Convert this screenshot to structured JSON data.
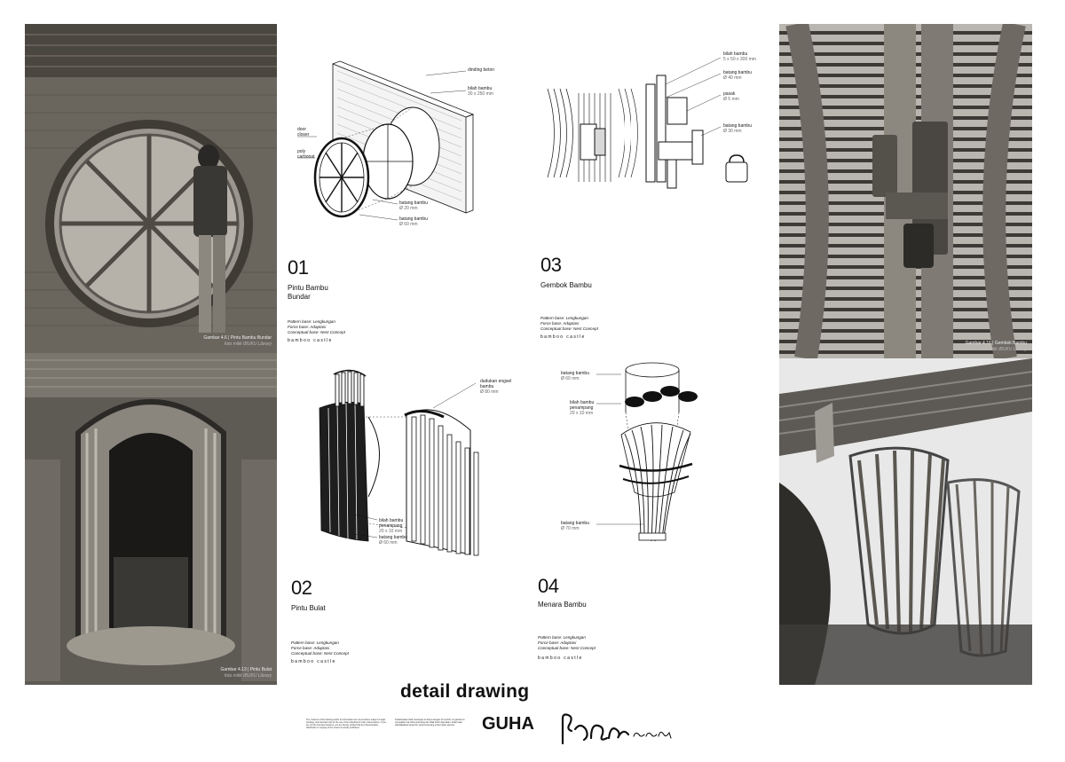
{
  "photos": {
    "photo1": {
      "caption": "Gambar 4.6 | Pintu Bambu Bundar",
      "credit": "foto milik IBUKU Library"
    },
    "photo2": {
      "caption": "Gambar 4.13 | Pintu Bulat",
      "credit": "foto milik IBUKU Library"
    },
    "photo3": {
      "caption": "Gambar 4.16 | Gembok Bambu",
      "credit": "foto milik IBUKU Library"
    },
    "photo4": {
      "caption": "",
      "credit": ""
    }
  },
  "details": [
    {
      "number": "01",
      "title": "Pintu Bambu\nBundar",
      "pattern": "Pattern base: Lengkungan",
      "force": "Force base: Adaptasi",
      "concept": "Conceptual base: Nest Concept",
      "brand": "bamboo castle",
      "callouts": [
        {
          "label": "dinding beton",
          "sub": ""
        },
        {
          "label": "bilah bambu",
          "sub": "30 x 250 mm"
        },
        {
          "label": "door\ncloser",
          "sub": ""
        },
        {
          "label": "poly\ncarbonat",
          "sub": ""
        },
        {
          "label": "batang bambu",
          "sub": "Ø 20 mm"
        },
        {
          "label": "batang bambu",
          "sub": "Ø 60 mm"
        }
      ]
    },
    {
      "number": "02",
      "title": "Pintu Bulat",
      "pattern": "Pattern base: Lengkungan",
      "force": "Force base: Adaptasi",
      "concept": "Conceptual base: Nest Concept",
      "brand": "bamboo castle",
      "callouts": [
        {
          "label": "dudukan engsel\nbambu",
          "sub": "Ø 80 mm"
        },
        {
          "label": "bilah bambu\npenampang",
          "sub": "20 x 10 mm"
        },
        {
          "label": "batang bambu",
          "sub": "Ø 60 mm"
        }
      ]
    },
    {
      "number": "03",
      "title": "Gembok Bambu",
      "pattern": "Pattern base: Lengkungan",
      "force": "Force base: Adaptasi",
      "concept": "Conceptual base: Nest Concept",
      "brand": "bamboo castle",
      "callouts": [
        {
          "label": "bilah bambu",
          "sub": "5 x 50 x 300 mm"
        },
        {
          "label": "batang bambu",
          "sub": "Ø 40 mm"
        },
        {
          "label": "pasak",
          "sub": "Ø 5 mm"
        },
        {
          "label": "batang bambu",
          "sub": "Ø 30 mm"
        }
      ]
    },
    {
      "number": "04",
      "title": "Menara Bambu",
      "pattern": "Pattern base: Lengkungan",
      "force": "Force base: Adaptasi",
      "concept": "Conceptual base: Nest Concept",
      "brand": "bamboo castle",
      "callouts": [
        {
          "label": "batang bambu",
          "sub": "Ø 60 mm"
        },
        {
          "label": "bilah bambu\npenampang",
          "sub": "20 x 10 mm"
        },
        {
          "label": "batang bambu",
          "sub": "Ø 70 mm"
        }
      ]
    }
  ],
  "footer": {
    "title": "detail drawing",
    "team": "GUHA",
    "finePrint1": "The contents of this drawing and/or its information are not permitted, subject to legal privilege, and intended only for the use of the individual or entity named above. If you are not the intended recipient, you are hereby notified that any dissemination, distribution or copying of the content is strictly prohibited.",
    "finePrint2": "Sebarluaskan hasil rancangan ini hanya dengan izin tertulis. Isi gambar ini merupakan hak milik perancang dan tidak boleh digunakan, disalin atau dipublikasikan tanpa izin yang berwenang untuk tujuan apa pun."
  }
}
